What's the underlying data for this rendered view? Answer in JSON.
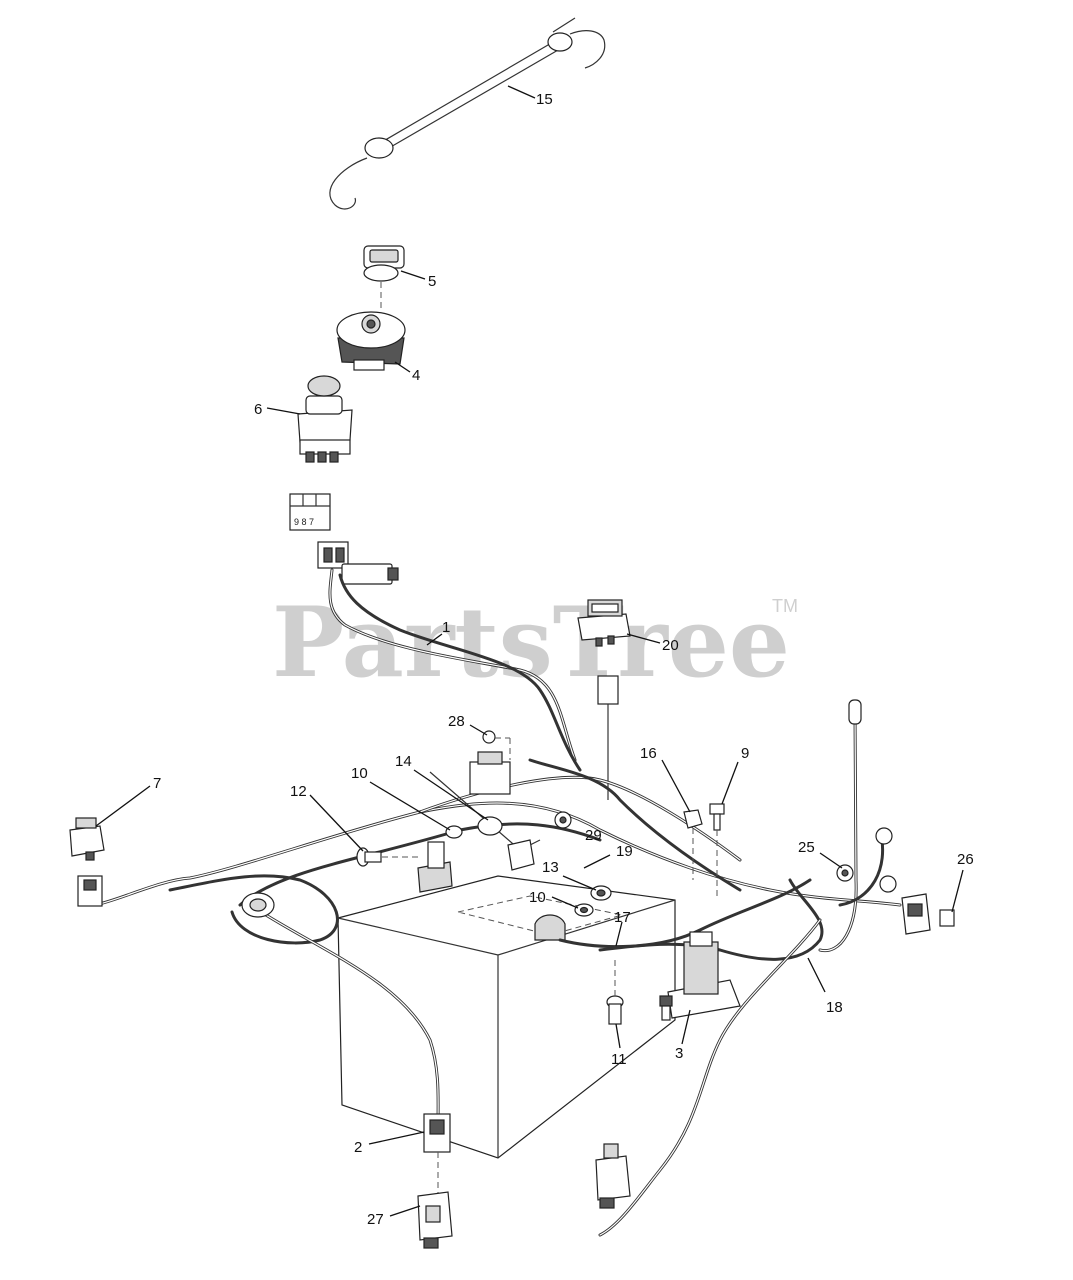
{
  "watermark": {
    "text": "PartsTree",
    "trademark": "TM"
  },
  "switch_label": {
    "text": "9 8 7"
  },
  "callouts": [
    {
      "id": "c15",
      "label": "15"
    },
    {
      "id": "c5",
      "label": "5"
    },
    {
      "id": "c4",
      "label": "4"
    },
    {
      "id": "c6",
      "label": "6"
    },
    {
      "id": "c1",
      "label": "1"
    },
    {
      "id": "c20",
      "label": "20"
    },
    {
      "id": "c28",
      "label": "28"
    },
    {
      "id": "c16",
      "label": "16"
    },
    {
      "id": "c9",
      "label": "9"
    },
    {
      "id": "c7",
      "label": "7"
    },
    {
      "id": "c12",
      "label": "12"
    },
    {
      "id": "c10a",
      "label": "10"
    },
    {
      "id": "c14",
      "label": "14"
    },
    {
      "id": "c29",
      "label": "29"
    },
    {
      "id": "c25",
      "label": "25"
    },
    {
      "id": "c26",
      "label": "26"
    },
    {
      "id": "c19",
      "label": "19"
    },
    {
      "id": "c13",
      "label": "13"
    },
    {
      "id": "c10b",
      "label": "10"
    },
    {
      "id": "c17",
      "label": "17"
    },
    {
      "id": "c18",
      "label": "18"
    },
    {
      "id": "c11",
      "label": "11"
    },
    {
      "id": "c3",
      "label": "3"
    },
    {
      "id": "c2",
      "label": "2"
    },
    {
      "id": "c27",
      "label": "27"
    }
  ]
}
